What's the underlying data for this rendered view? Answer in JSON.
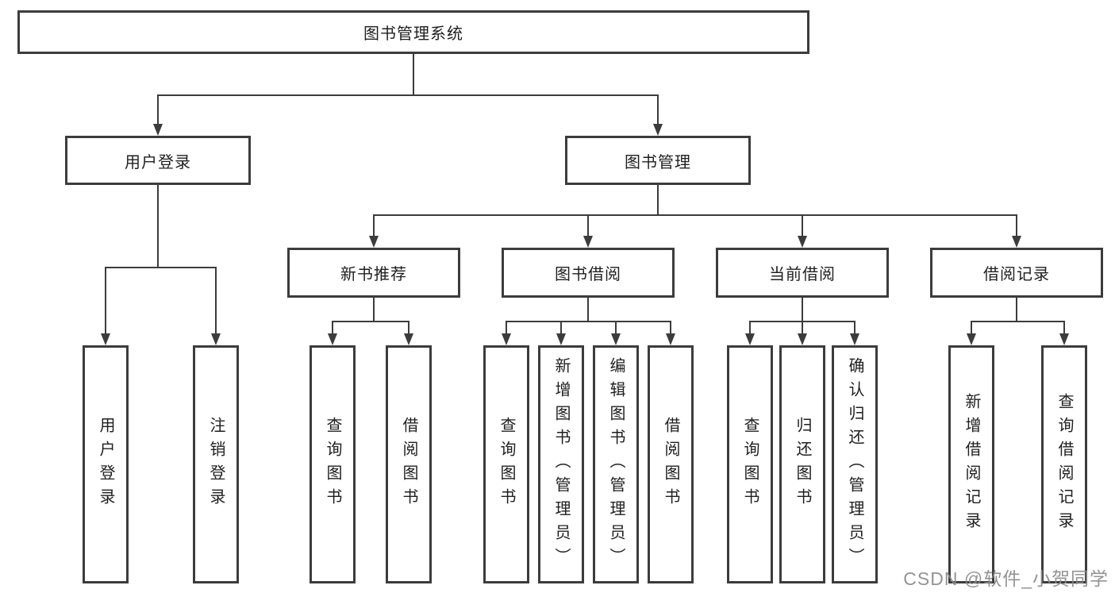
{
  "diagram": {
    "root": "图书管理系统",
    "user_login": {
      "label": "用户登录",
      "children": [
        "用户登录",
        "注销登录"
      ]
    },
    "book_management": {
      "label": "图书管理"
    },
    "modules": [
      {
        "label": "新书推荐",
        "children": [
          "查询图书",
          "借阅图书"
        ]
      },
      {
        "label": "图书借阅",
        "children": [
          "查询图书",
          "新增图书（管理员）",
          "编辑图书（管理员）",
          "借阅图书"
        ]
      },
      {
        "label": "当前借阅",
        "children": [
          "查询图书",
          "归还图书",
          "确认归还（管理员）"
        ]
      },
      {
        "label": "借阅记录",
        "children": [
          "新增借阅记录",
          "查询借阅记录"
        ]
      }
    ]
  },
  "watermark": "CSDN @软件_小贺同学",
  "colors": {
    "line": "#3c3c3c",
    "text": "#1f1f1f",
    "watermark": "#8a8a8a",
    "background": "#ffffff"
  }
}
